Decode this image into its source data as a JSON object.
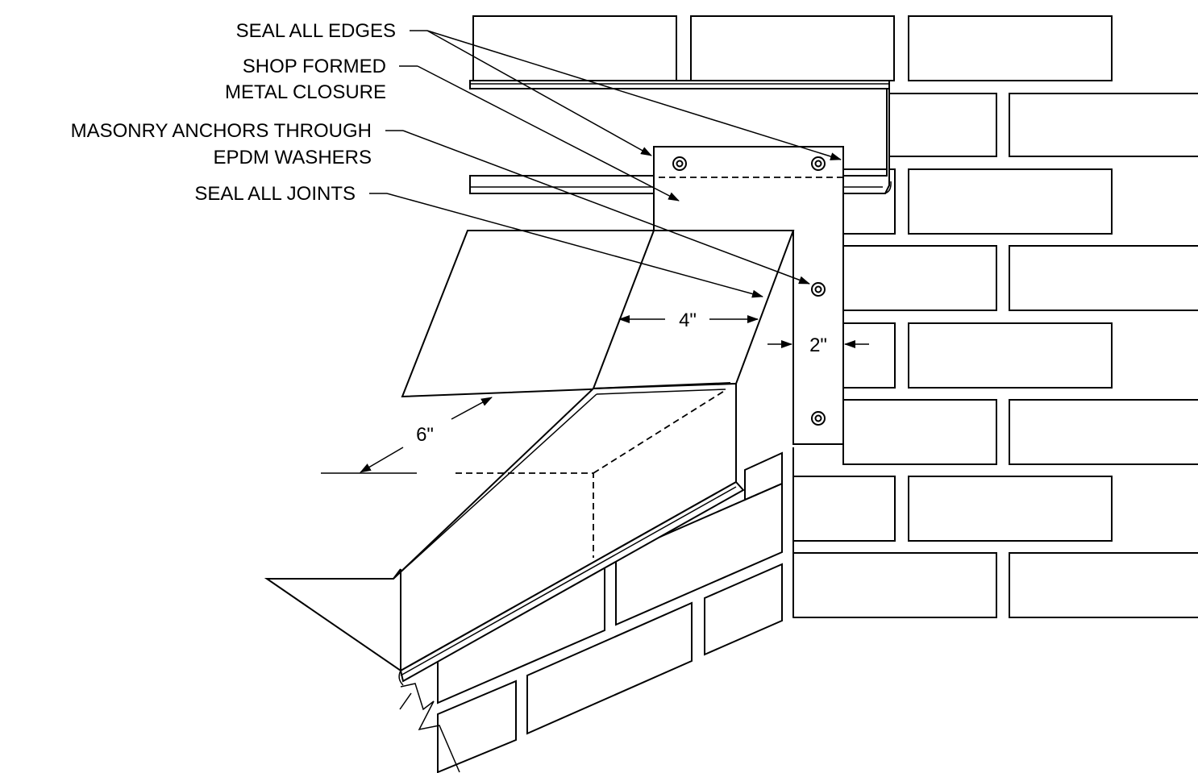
{
  "callouts": {
    "seal_edges": "SEAL ALL EDGES",
    "closure_line1": "SHOP FORMED",
    "closure_line2": "METAL CLOSURE",
    "anchors_line1": "MASONRY ANCHORS THROUGH",
    "anchors_line2": "EPDM WASHERS",
    "seal_joints": "SEAL ALL JOINTS"
  },
  "dimensions": {
    "width_4": "4\"",
    "width_2": "2\"",
    "depth_6": "6\""
  }
}
